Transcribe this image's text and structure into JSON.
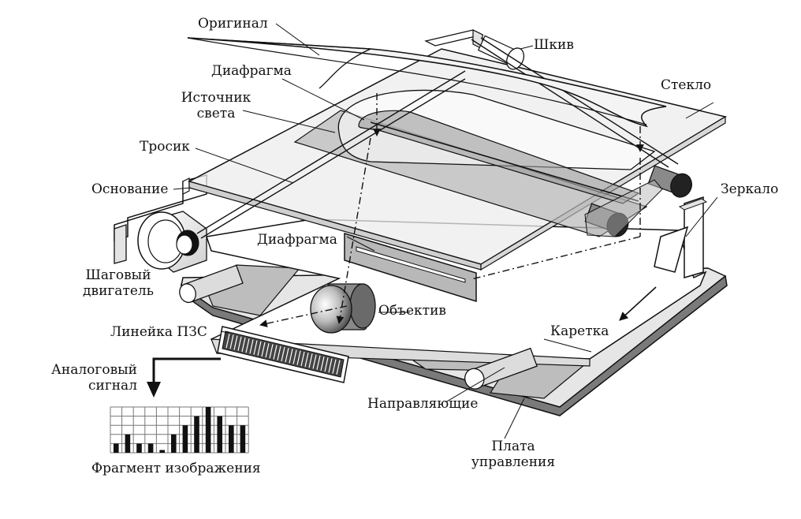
{
  "labels": {
    "original": "Оригинал",
    "pulley": "Шкив",
    "diaphragm_top": "Диафрагма",
    "glass": "Стекло",
    "light_source_1": "Источник",
    "light_source_2": "света",
    "cable": "Тросик",
    "base": "Основание",
    "mirror": "Зеркало",
    "diaphragm_mid": "Диафрагма",
    "stepper_1": "Шаговый",
    "stepper_2": "двигатель",
    "lens": "Объектив",
    "ccd": "Линейка ПЗС",
    "carriage": "Каретка",
    "analog_1": "Аналоговый",
    "analog_2": "сигнал",
    "guides": "Направляющие",
    "board_1": "Плата",
    "board_2": "управления",
    "fragment": "Фрагмент изображения"
  },
  "image_fragment": {
    "grid_columns": 12,
    "grid_rows": 5,
    "bar_levels": [
      1,
      2,
      1,
      1,
      0,
      2,
      3,
      4,
      5,
      4,
      3,
      3
    ]
  },
  "colors": {
    "line": "#111111",
    "glass_fill": "#e9e9e9",
    "panel_gray": "#b8b8b8",
    "dark_gray": "#7a7a7a",
    "roller_dark": "#222222"
  }
}
